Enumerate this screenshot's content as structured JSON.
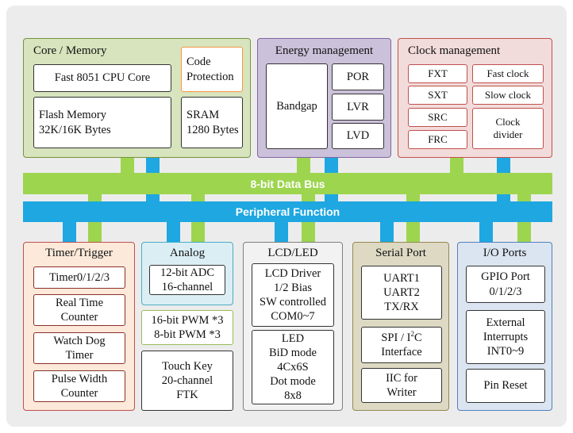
{
  "colors": {
    "canvas": "#ececec",
    "green": "#9dd54f",
    "blue": "#1ea7e1",
    "core_fill": "#d7e4bd",
    "core_border": "#77933c",
    "energy_fill": "#ccc1da",
    "energy_border": "#8064a2",
    "clock_fill": "#f2dcdb",
    "clock_border": "#c0504d",
    "code_protection_border": "#f79646",
    "timer_fill": "#fde9d9",
    "timer_border": "#c0504d",
    "analog_fill": "#dbeef4",
    "analog_border": "#4bacc6",
    "pwm_border": "#9bbb59",
    "lcd_fill": "#f2f2f2",
    "serial_fill": "#ddd9c3",
    "serial_border": "#948a54",
    "io_fill": "#dbe5f1",
    "io_border": "#4f81bd"
  },
  "core": {
    "title": "Core / Memory",
    "cpu": "Fast 8051 CPU Core",
    "code_protection": "Code\nProtection",
    "flash": "Flash Memory\n32K/16K Bytes",
    "sram": "SRAM\n1280 Bytes"
  },
  "energy": {
    "title": "Energy management",
    "bandgap": "Bandgap",
    "por": "POR",
    "lvr": "LVR",
    "lvd": "LVD"
  },
  "clock": {
    "title": "Clock management",
    "fxt": "FXT",
    "sxt": "SXT",
    "src": "SRC",
    "frc": "FRC",
    "fast_clock": "Fast clock",
    "slow_clock": "Slow clock",
    "clock_divider": "Clock\ndivider"
  },
  "data_bus": "8-bit Data Bus",
  "peripheral_bus": "Peripheral Function",
  "timer": {
    "title": "Timer/Trigger",
    "timer0123": "Timer0/1/2/3",
    "rtc": "Real Time\nCounter",
    "watchdog": "Watch Dog\nTimer",
    "pwc": "Pulse Width\nCounter"
  },
  "analog": {
    "title": "Analog",
    "adc": "12-bit ADC\n16-channel",
    "pwm": "16-bit PWM *3\n8-bit PWM *3",
    "touch": "Touch Key\n20-channel\nFTK"
  },
  "lcd": {
    "title": "LCD/LED",
    "lcd_driver": "LCD Driver\n1/2 Bias\nSW controlled\nCOM0~7",
    "led": "LED\nBiD mode\n4Cx6S\nDot mode\n8x8"
  },
  "serial": {
    "title": "Serial Port",
    "uart": "UART1\nUART2\nTX/RX",
    "spi_prefix": "SPI / I",
    "spi_sup": "2",
    "spi_suffix": "C",
    "spi_line2": "Interface",
    "iic": "IIC for\nWriter"
  },
  "io": {
    "title": "I/O Ports",
    "gpio": "GPIO Port\n0/1/2/3",
    "ext_int": "External\nInterrupts\nINT0~9",
    "pin_reset": "Pin Reset"
  }
}
